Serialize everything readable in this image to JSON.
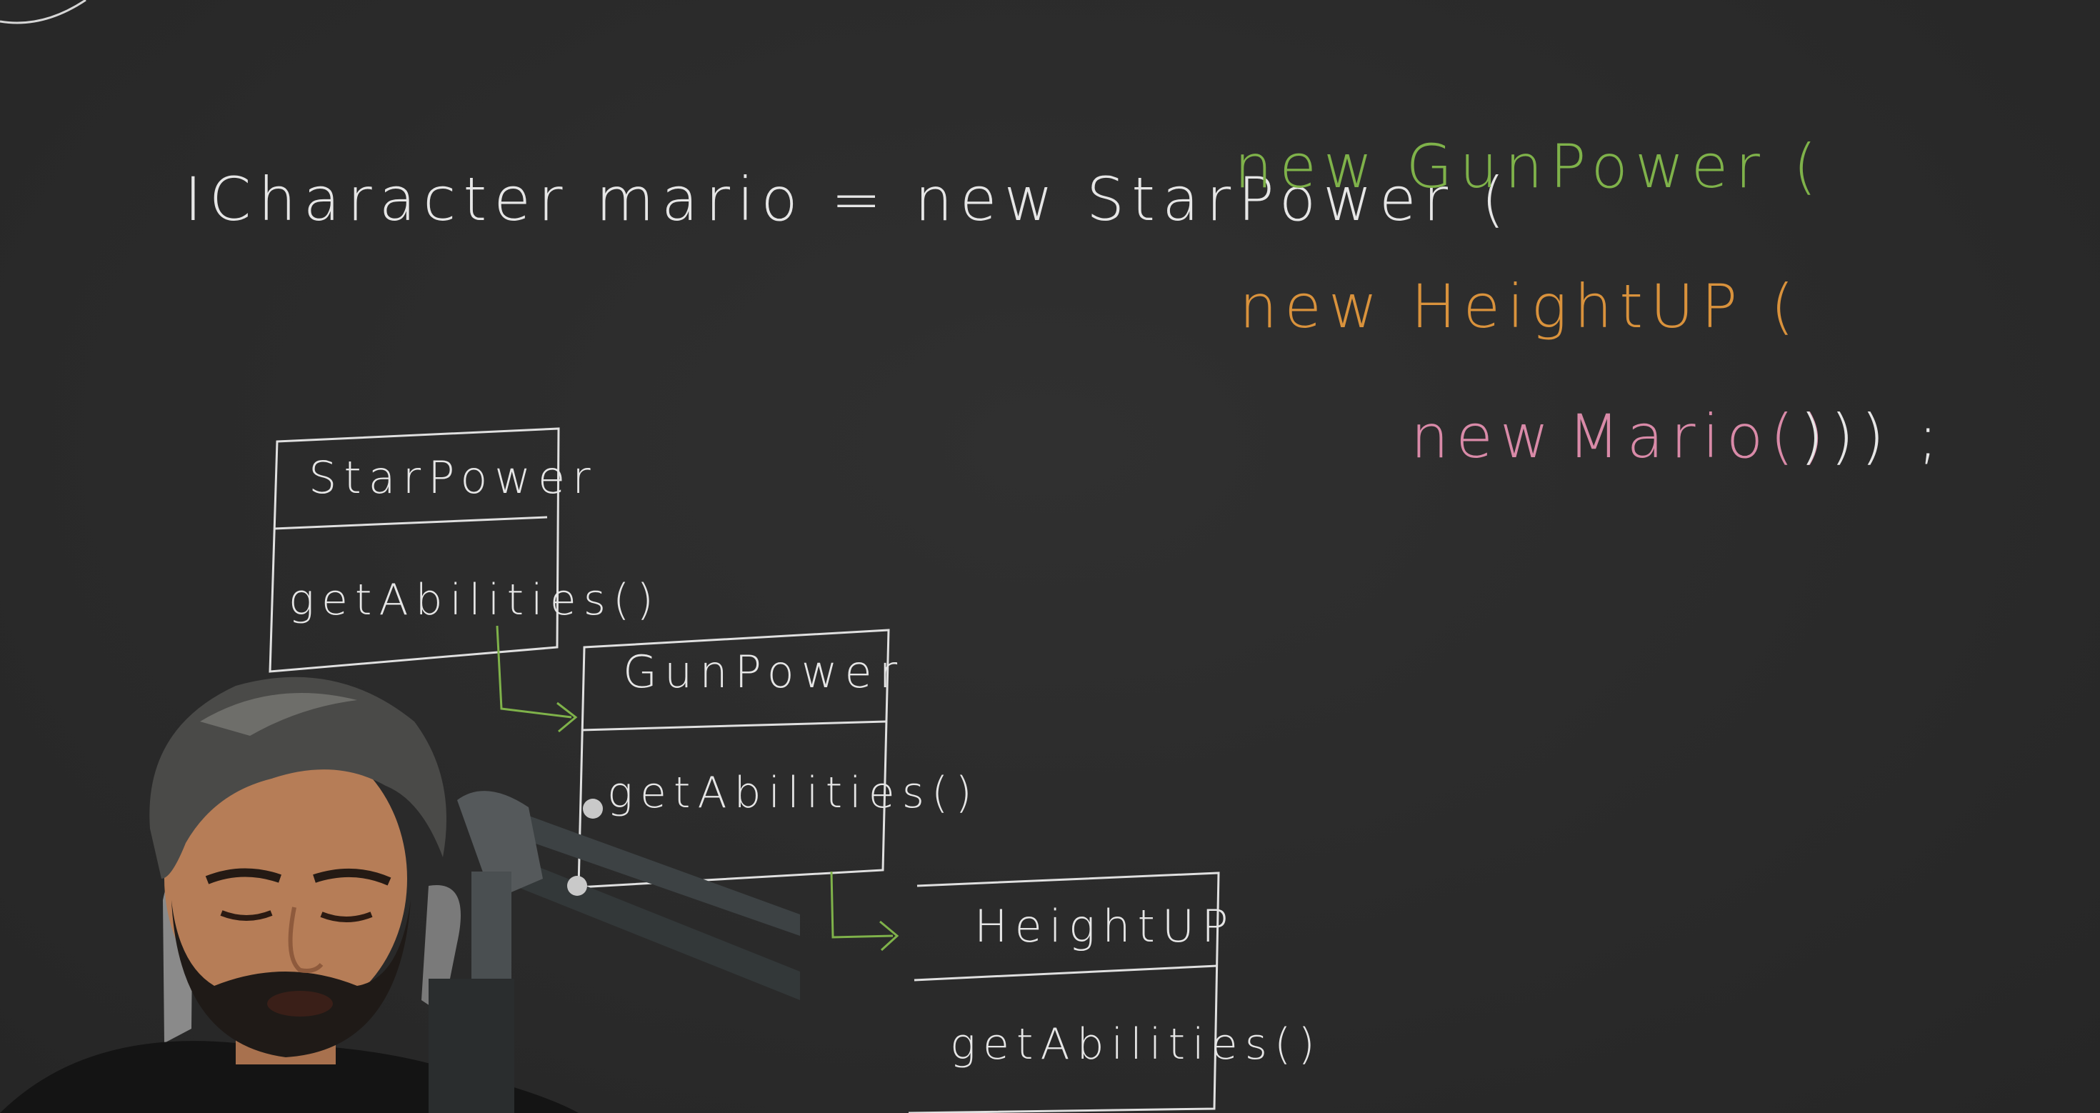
{
  "colors": {
    "background": "#2b2b2b",
    "chalk_white": "#e6e6e6",
    "green": "#7fb24a",
    "orange": "#d9923c",
    "pink": "#d98aa8"
  },
  "code": {
    "line1_white": "ICharacter mario = new StarPower (",
    "line1_green": "new GunPower (",
    "line2_orange": "new HeightUP (",
    "line3_pink_new": "new",
    "line3_pink_mario": "Mario()",
    "line3_closing": "))) ;"
  },
  "diagram": {
    "boxes": [
      {
        "title": "StarPower",
        "method": "getAbilities()"
      },
      {
        "title": "GunPower",
        "method": "getAbilities()"
      },
      {
        "title": "HeightUP",
        "method": "getAbilities()"
      }
    ]
  },
  "overlay": {
    "presenter": "presenter-webcam"
  }
}
